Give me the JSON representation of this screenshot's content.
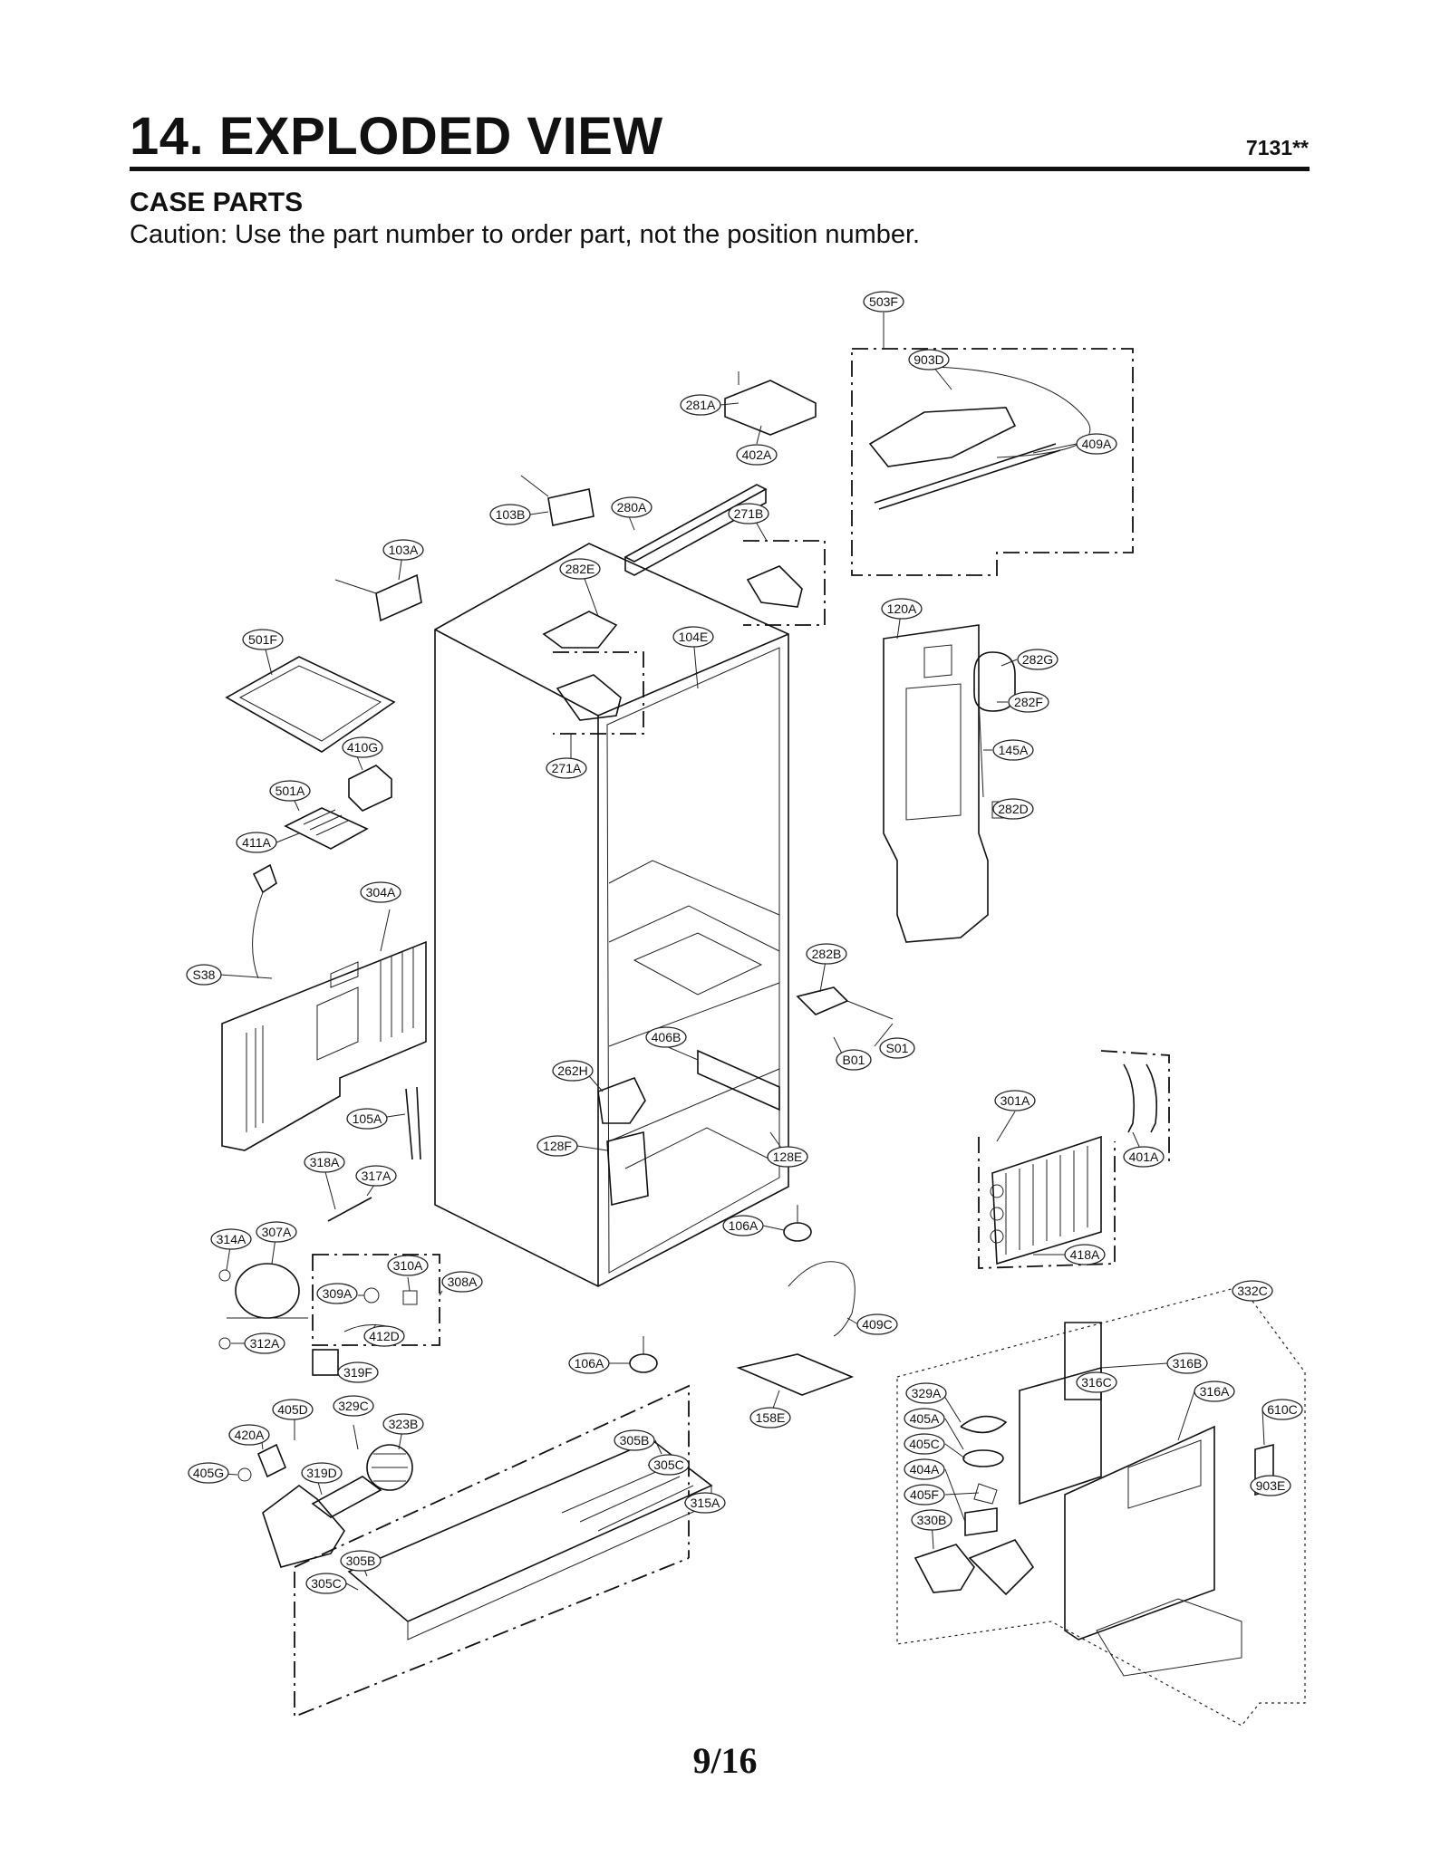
{
  "header": {
    "title": "14. EXPLODED VIEW",
    "model": "7131**",
    "section": "CASE PARTS",
    "caution": "Caution: Use the part number to order part, not the position number."
  },
  "footer": {
    "page": "9/16"
  },
  "labels": {
    "l503F": "503F",
    "l903D": "903D",
    "l409A": "409A",
    "l281A": "281A",
    "l402A": "402A",
    "l103B": "103B",
    "l280A": "280A",
    "l271B": "271B",
    "l103A": "103A",
    "l282E": "282E",
    "l120A": "120A",
    "l282G": "282G",
    "l282F": "282F",
    "l145A": "145A",
    "l282D": "282D",
    "l501F": "501F",
    "l104E": "104E",
    "l410G": "410G",
    "l271A": "271A",
    "l501A": "501A",
    "l411A": "411A",
    "l304A": "304A",
    "lS38": "S38",
    "l282B": "282B",
    "lS01": "S01",
    "lB01": "B01",
    "l406B": "406B",
    "l262H": "262H",
    "l105A": "105A",
    "l301A": "301A",
    "l401A": "401A",
    "l128F": "128F",
    "l128E": "128E",
    "l318A": "318A",
    "l317A": "317A",
    "l418A": "418A",
    "l106A_top": "106A",
    "l314A": "314A",
    "l307A": "307A",
    "l310A": "310A",
    "l308A": "308A",
    "l309A": "309A",
    "l332C": "332C",
    "l412D": "412D",
    "l312A": "312A",
    "l409C": "409C",
    "l316B": "316B",
    "l106A_bottom": "106A",
    "l319F": "319F",
    "l158E": "158E",
    "l316C": "316C",
    "l316A": "316A",
    "l329C": "329C",
    "l405D": "405D",
    "l329A": "329A",
    "l610C": "610C",
    "l420A": "420A",
    "l323B": "323B",
    "l405A": "405A",
    "l305B_top": "305B",
    "l405C": "405C",
    "l305C_top": "305C",
    "l405G": "405G",
    "l319D": "319D",
    "l404A": "404A",
    "l903E": "903E",
    "l315A": "315A",
    "l405F": "405F",
    "l330B": "330B",
    "l305B_bottom": "305B",
    "l305C_bottom": "305C"
  }
}
